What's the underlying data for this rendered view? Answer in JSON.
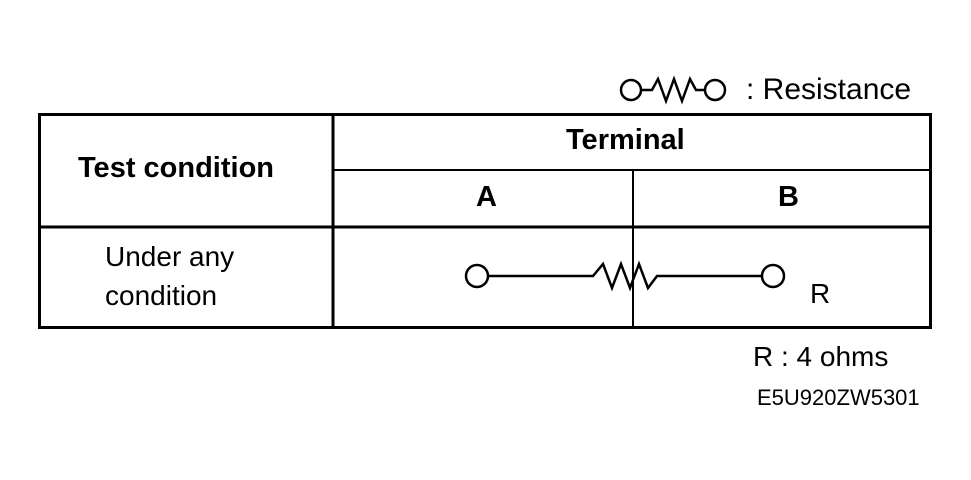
{
  "legend": {
    "symbol": "resistor-icon",
    "text": ": Resistance"
  },
  "table": {
    "header": {
      "test_condition": "Test condition",
      "terminal": "Terminal",
      "terminal_a": "A",
      "terminal_b": "B"
    },
    "rows": [
      {
        "condition_line1": "Under any",
        "condition_line2": "condition",
        "symbol": "resistor-icon",
        "label": "R"
      }
    ]
  },
  "notes": {
    "resistance_value": "R : 4 ohms",
    "figure_code": "E5U920ZW5301"
  }
}
